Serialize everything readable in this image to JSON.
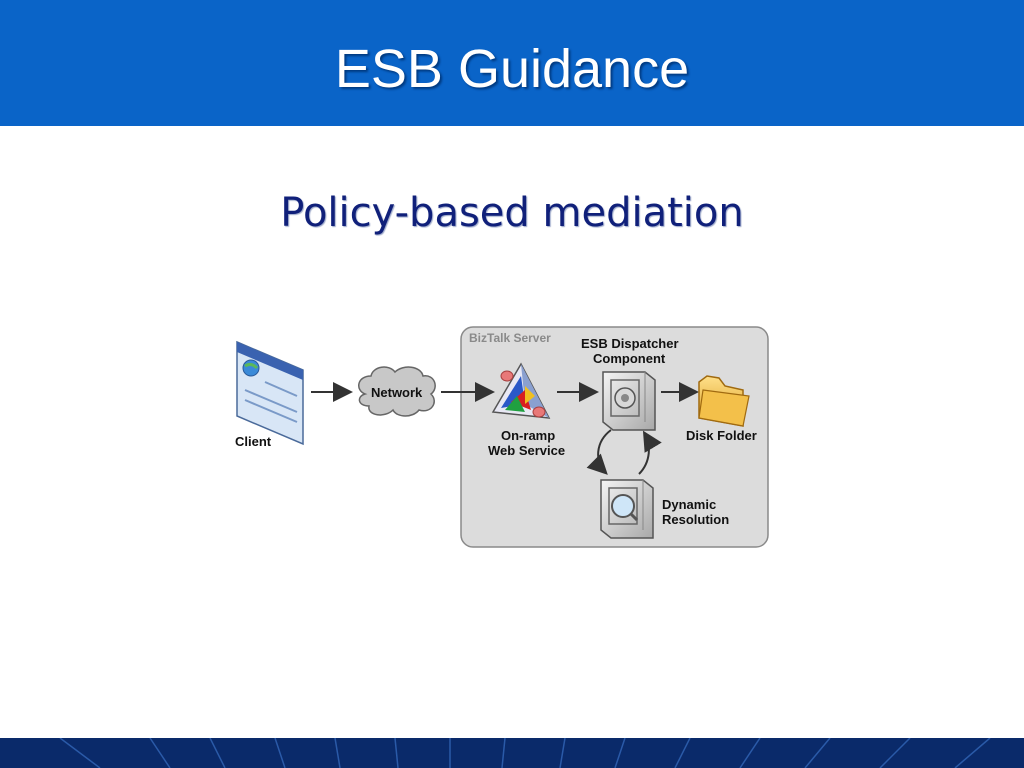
{
  "slide": {
    "title": "ESB Guidance",
    "subtitle": "Policy-based mediation"
  },
  "diagram": {
    "container_label": "BizTalk Server",
    "nodes": {
      "client": "Client",
      "network": "Network",
      "onramp_line1": "On-ramp",
      "onramp_line2": "Web Service",
      "dispatcher_line1": "ESB Dispatcher",
      "dispatcher_line2": "Component",
      "disk_folder": "Disk Folder",
      "resolution_line1": "Dynamic",
      "resolution_line2": "Resolution"
    }
  },
  "colors": {
    "header_bg": "#0a64c8",
    "subtitle_text": "#10207a",
    "footer_bg": "#0a2a6a",
    "container_bg": "#dcdcdc"
  }
}
